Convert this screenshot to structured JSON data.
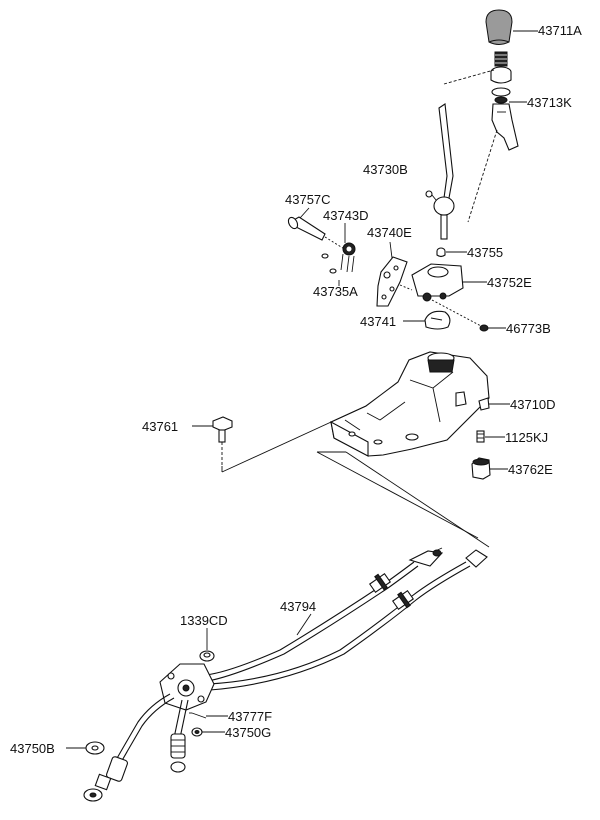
{
  "parts": [
    {
      "key": "shift_knob",
      "label": "43711A"
    },
    {
      "key": "boot_spring",
      "label": "43713K"
    },
    {
      "key": "shift_lever",
      "label": "43730B"
    },
    {
      "key": "pivot_bolt",
      "label": "43757C"
    },
    {
      "key": "bushing_d",
      "label": "43743D"
    },
    {
      "key": "lever_plate",
      "label": "43740E"
    },
    {
      "key": "small_ring",
      "label": "43755"
    },
    {
      "key": "pin_a",
      "label": "43735A"
    },
    {
      "key": "lever_block",
      "label": "43752E"
    },
    {
      "key": "retainer_clip",
      "label": "43741"
    },
    {
      "key": "o_ring",
      "label": "46773B"
    },
    {
      "key": "shifter_housing",
      "label": "43710D"
    },
    {
      "key": "mount_bolt",
      "label": "1125KJ"
    },
    {
      "key": "collar",
      "label": "43762E"
    },
    {
      "key": "nut",
      "label": "43761"
    },
    {
      "key": "cable_assy",
      "label": "43794"
    },
    {
      "key": "washer_cd",
      "label": "1339CD"
    },
    {
      "key": "clip_f",
      "label": "43777F"
    },
    {
      "key": "washer_g",
      "label": "43750G"
    },
    {
      "key": "washer_b",
      "label": "43750B"
    }
  ]
}
